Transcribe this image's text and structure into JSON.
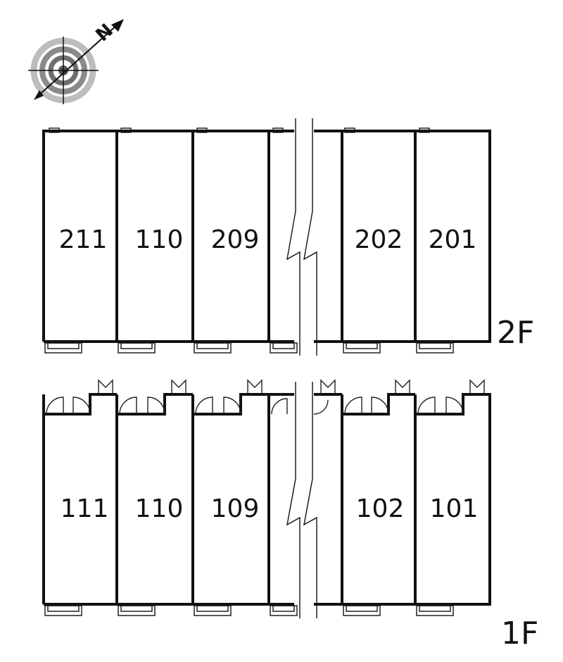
{
  "compass": {
    "north_label": "N",
    "icon": "compass-rose-icon"
  },
  "floors": [
    {
      "name": "2F",
      "left_units": [
        "211",
        "110",
        "209"
      ],
      "right_units": [
        "202",
        "201"
      ]
    },
    {
      "name": "1F",
      "left_units": [
        "111",
        "110",
        "109"
      ],
      "right_units": [
        "102",
        "101"
      ]
    }
  ],
  "colors": {
    "line": "#111111",
    "background": "#ffffff",
    "compass_ring": "#9a9a9a"
  }
}
